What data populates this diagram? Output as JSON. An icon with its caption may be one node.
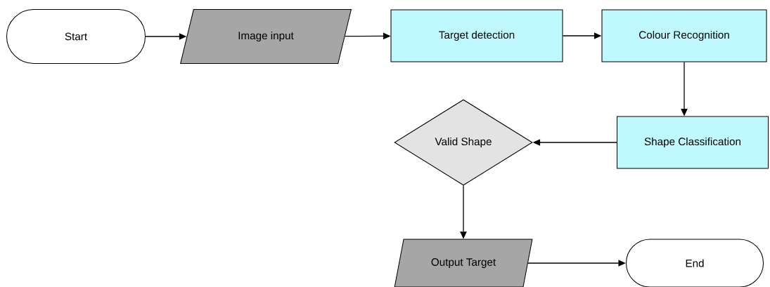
{
  "diagram": {
    "nodes": [
      {
        "text": [
          "Start"
        ]
      },
      {
        "text": [
          "Image input"
        ]
      },
      {
        "text": [
          "Target detection"
        ]
      },
      {
        "text": [
          "Colour Recognition"
        ]
      },
      {
        "text": [
          "Shape Classification"
        ]
      },
      {
        "text": [
          "Valid Shape"
        ]
      },
      {
        "text": [
          "Output Target"
        ]
      },
      {
        "text": [
          "End"
        ]
      }
    ],
    "edges": [
      {
        "from": 0,
        "to": 1,
        "arrow": "to"
      },
      {
        "from": 1,
        "to": 2,
        "arrow": "to"
      },
      {
        "from": 2,
        "to": 3,
        "arrow": "to"
      },
      {
        "from": 3,
        "to": 4,
        "arrow": "to"
      },
      {
        "from": 4,
        "to": 5,
        "arrow": "to"
      },
      {
        "from": 5,
        "to": 6,
        "arrow": "to"
      },
      {
        "from": 6,
        "to": 7,
        "arrow": "to"
      }
    ]
  }
}
